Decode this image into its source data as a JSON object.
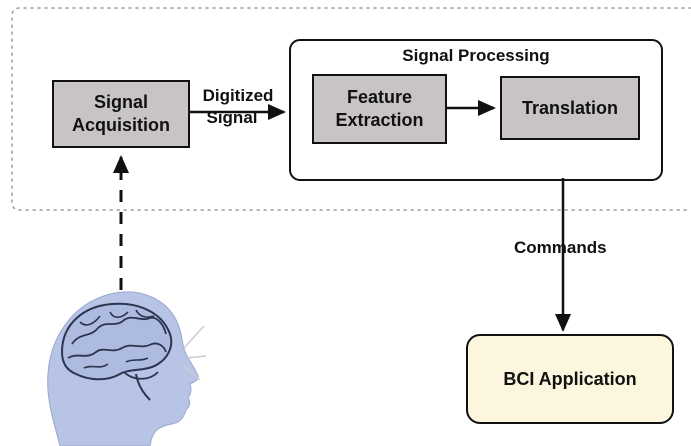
{
  "diagram": {
    "signal_acquisition": [
      "Signal",
      "Acquisition"
    ],
    "digitized_signal": [
      "Digitized",
      "Signal"
    ],
    "signal_processing_title": "Signal Processing",
    "feature_extraction": [
      "Feature",
      "Extraction"
    ],
    "translation": "Translation",
    "commands": "Commands",
    "bci_application": "BCI Application"
  },
  "colors": {
    "block_fill": "#c8c4c4",
    "application_fill": "#fbf6dd",
    "head_fill": "#b7c4e6"
  }
}
